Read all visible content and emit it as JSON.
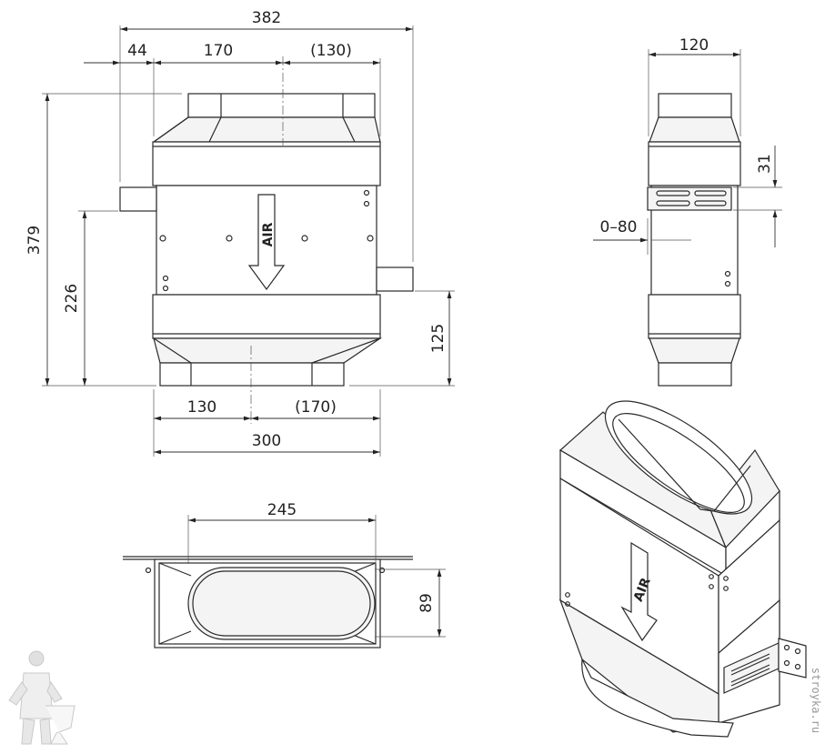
{
  "front_view": {
    "top_dimensions": [
      "382",
      "44",
      "170",
      "(130)"
    ],
    "left_dimensions": [
      "379",
      "226"
    ],
    "right_dimensions": [
      "125"
    ],
    "bottom_dimensions": [
      "130",
      "(170)",
      "300"
    ],
    "airflow_label": "AIR"
  },
  "side_view": {
    "width_dimension": "120",
    "slot_dimension": "31",
    "offset_dimension": "0–80"
  },
  "top_view": {
    "width_dimension": "245",
    "depth_dimension": "89"
  },
  "iso_view": {
    "airflow_label": "AIR"
  },
  "watermark": {
    "text": "stroyka.ru"
  },
  "colors": {
    "line": "#2a2a2a",
    "fill": "#f4f4f4",
    "background": "#ffffff"
  }
}
